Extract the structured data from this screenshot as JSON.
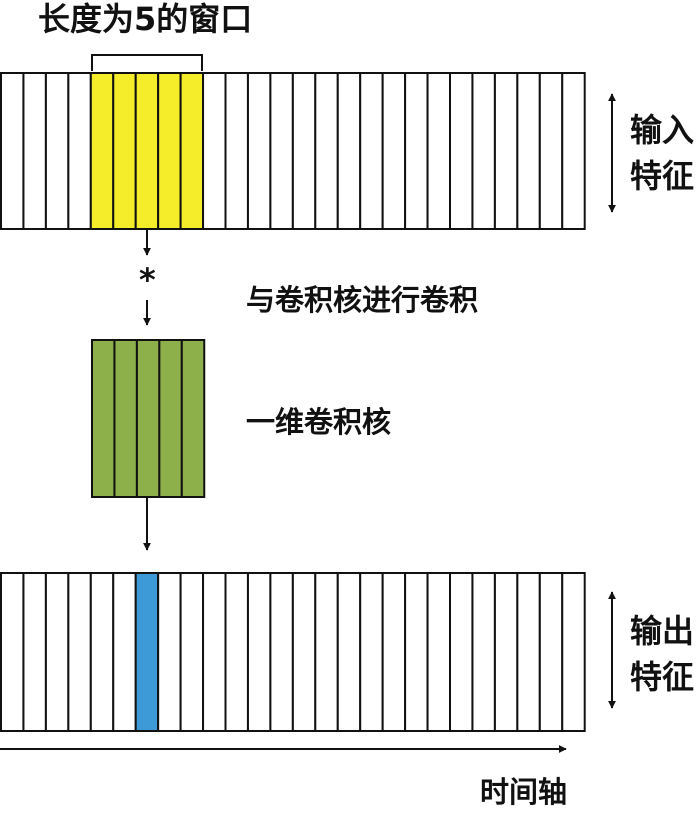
{
  "labels": {
    "window": "长度为5的窗口",
    "input_line1": "输入",
    "input_line2": "特征",
    "star": "*",
    "convolve": "与卷积核进行卷积",
    "kernel": "一维卷积核",
    "output_line1": "输出",
    "output_line2": "特征",
    "time_axis": "时间轴"
  },
  "input_strip": {
    "cell_count": 26,
    "highlight_start": 4,
    "highlight_length": 5,
    "highlight_color": "#f5ec2a"
  },
  "kernel_strip": {
    "cell_count": 5,
    "color": "#8db04a"
  },
  "output_strip": {
    "cell_count": 26,
    "highlight_index": 6,
    "highlight_color": "#3d9ad6"
  },
  "colors": {
    "stroke": "#111111",
    "background": "#ffffff"
  }
}
